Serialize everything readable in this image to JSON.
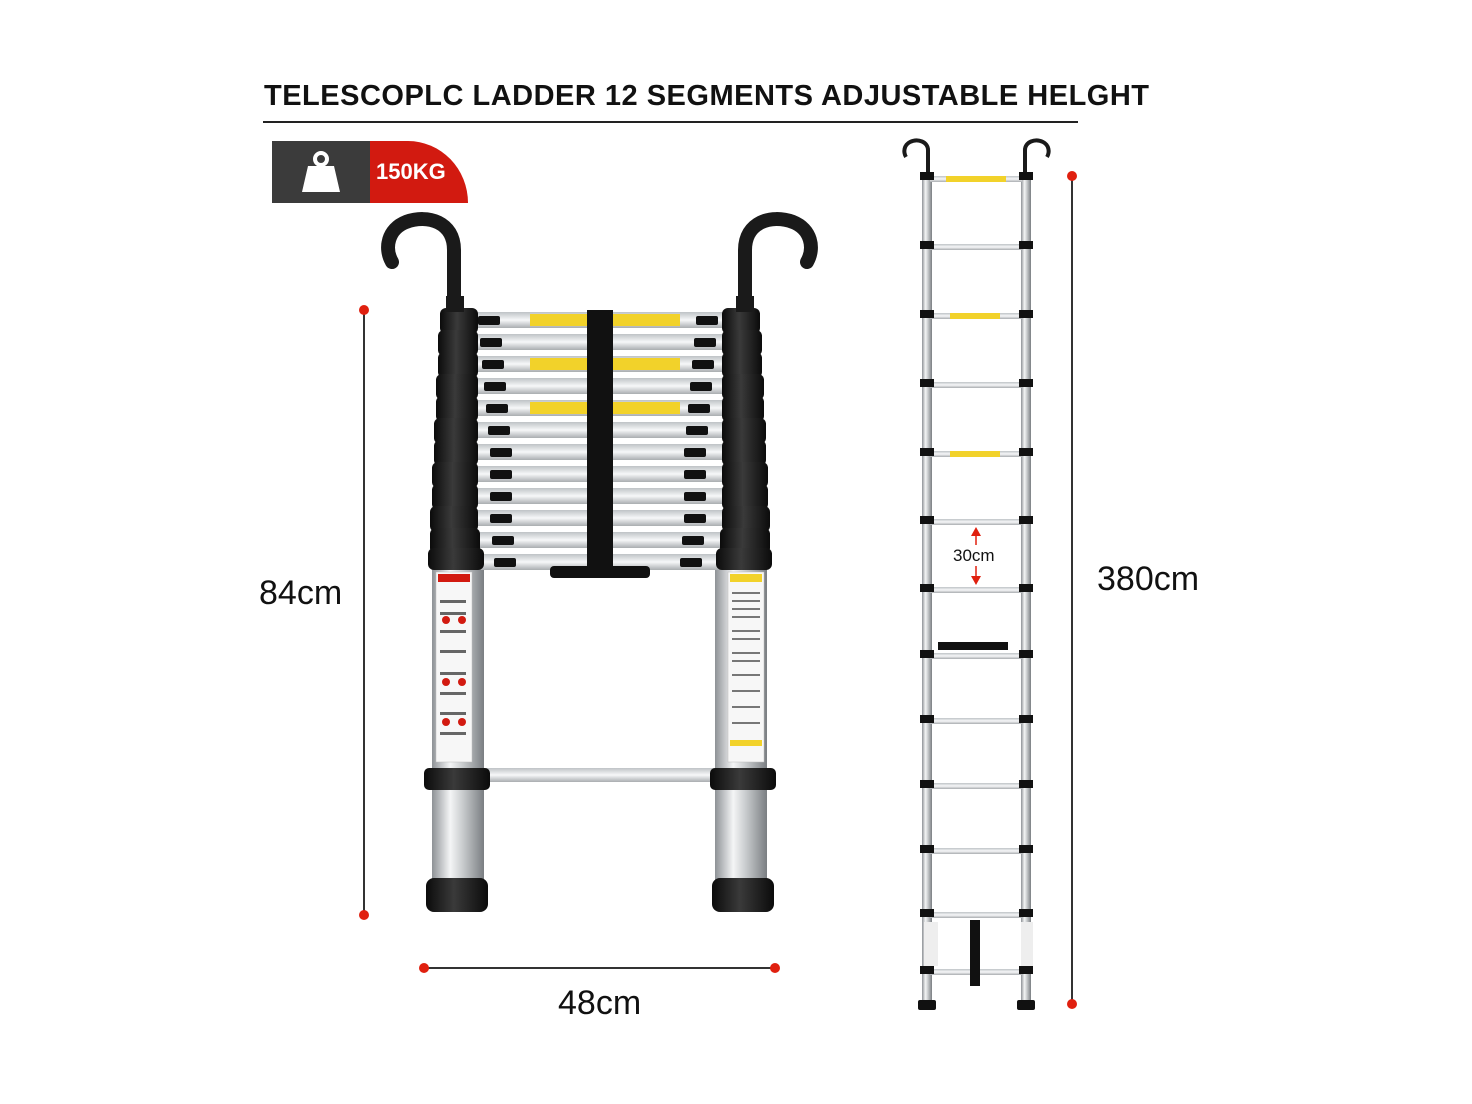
{
  "title": "TELESCOPLC LADDER 12 SEGMENTS ADJUSTABLE HELGHT",
  "badge": {
    "weight": "150KG",
    "icon": "weight-icon"
  },
  "dimensions": {
    "folded_height": "84cm",
    "width": "48cm",
    "extended_height": "380cm",
    "rung_spacing": "30cm"
  },
  "colors": {
    "accent_red": "#d21a10",
    "badge_dark": "#3b3b3b",
    "marker_red": "#e0200f"
  }
}
